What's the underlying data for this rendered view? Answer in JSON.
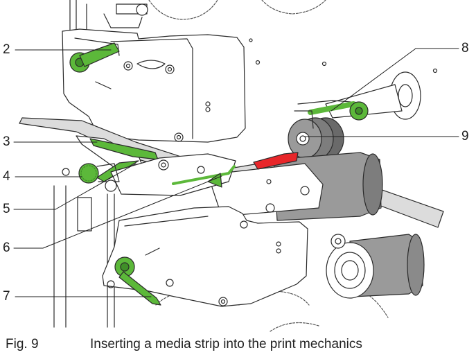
{
  "figure": {
    "colors": {
      "accent_green": "#5cb83a",
      "accent_red": "#e8262a",
      "line_gray": "#2a2a2a",
      "roller_gray": "#9a9a9a",
      "roller_light": "#cfcfcf",
      "media": "#dcdcdc"
    },
    "callouts": [
      {
        "number": "2"
      },
      {
        "number": "3"
      },
      {
        "number": "4"
      },
      {
        "number": "5"
      },
      {
        "number": "6"
      },
      {
        "number": "7"
      },
      {
        "number": "8"
      },
      {
        "number": "9"
      }
    ]
  },
  "caption": {
    "number": "Fig. 9",
    "text": "Inserting a media strip into the print mechanics"
  }
}
